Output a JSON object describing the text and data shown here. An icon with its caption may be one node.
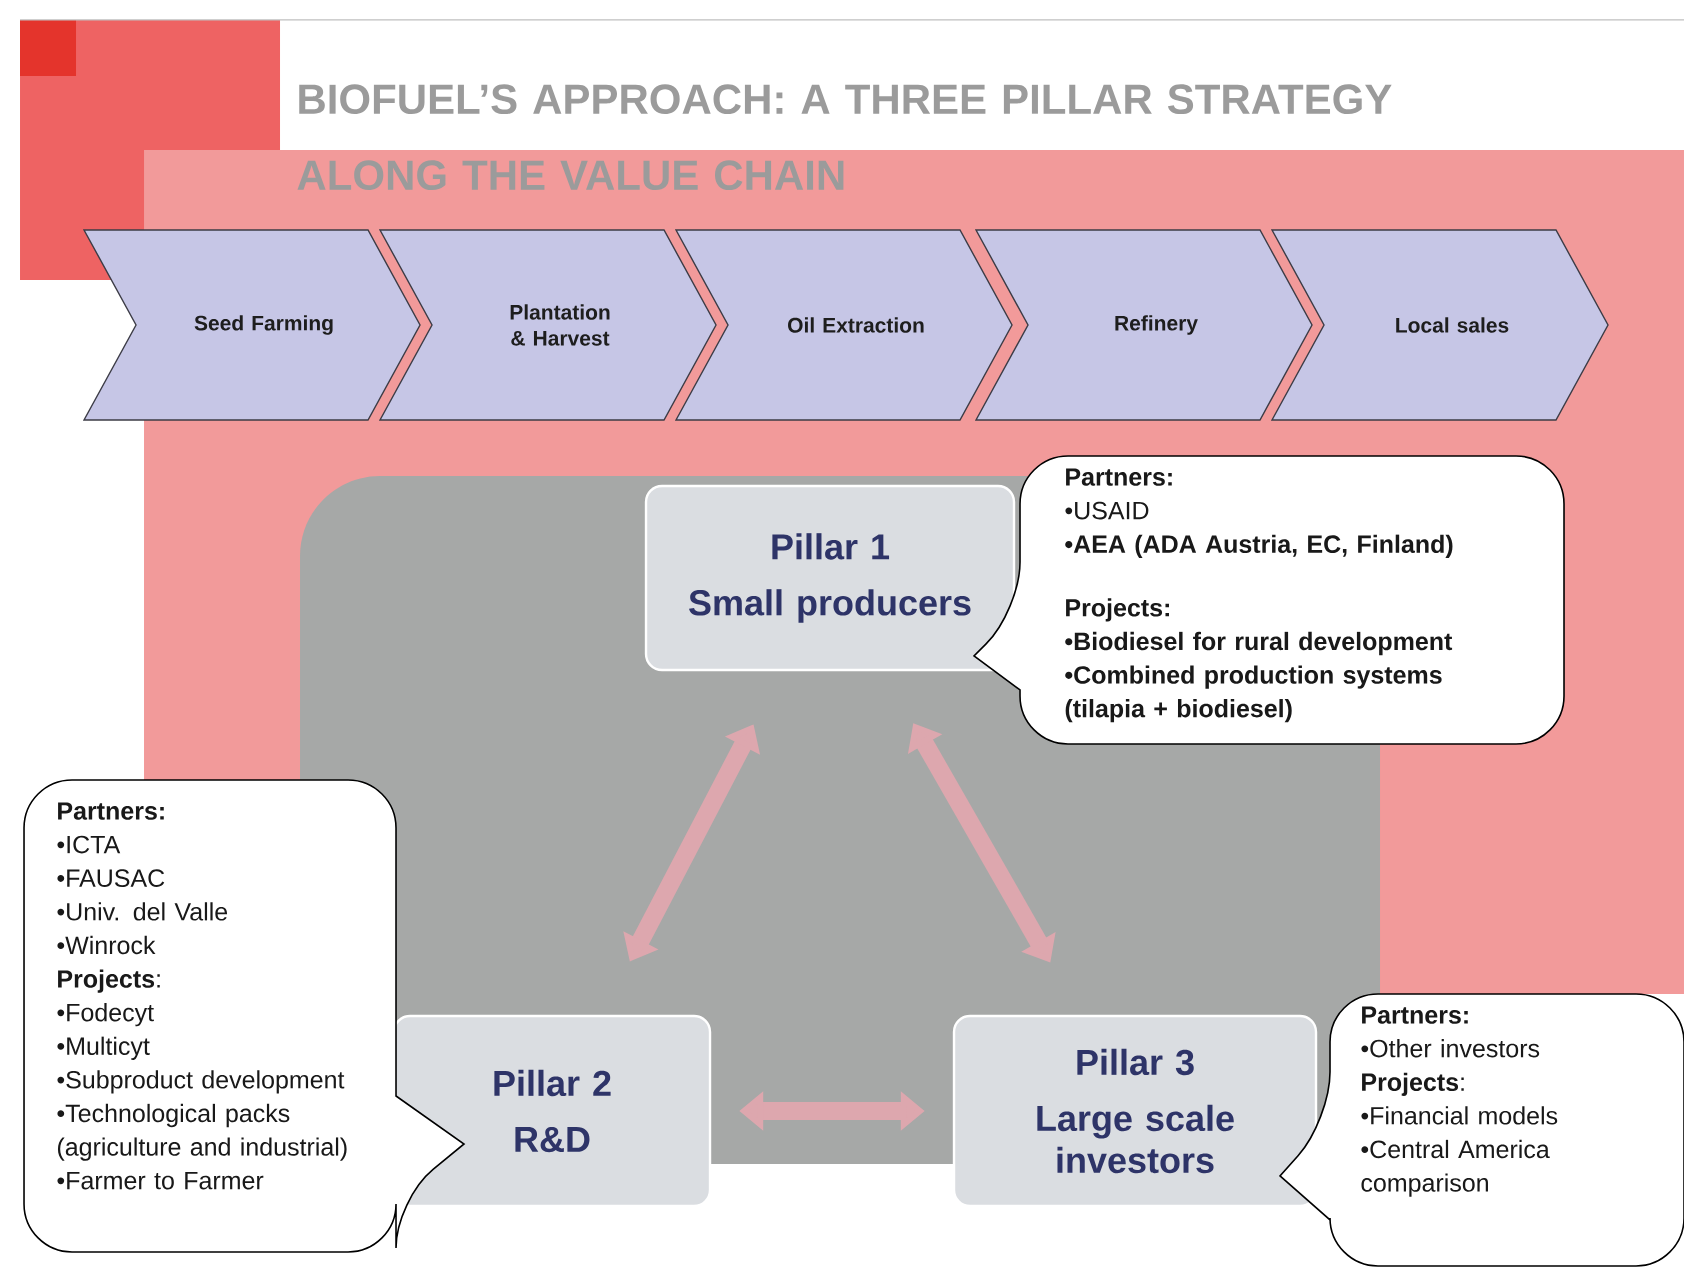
{
  "diagram": {
    "title": "BIOFUEL’S APPROACH: A THREE PILLAR STRATEGY ALONG THE VALUE CHAIN",
    "nodes": [
      {
        "text": [
          "Seed Farming"
        ]
      },
      {
        "text": [
          "Plantation & Harvest"
        ]
      },
      {
        "text": [
          "Oil Extraction"
        ]
      },
      {
        "text": [
          "Refinery"
        ]
      },
      {
        "text": [
          "Local sales"
        ]
      },
      {
        "text": [
          "Pillar 1",
          "Small producers"
        ]
      },
      {
        "text": [
          "Pillar 2",
          "R&D"
        ]
      },
      {
        "text": [
          "Pillar 3",
          "Large scale investors"
        ]
      },
      {
        "text": [
          "Partners:",
          "•USAID",
          "•AEA (ADA Austria, EC, Finland)",
          "Projects:",
          "•Biodiesel for rural development",
          "•Combined production systems (tilapia + biodiesel)"
        ]
      },
      {
        "text": [
          "Partners:",
          "•ICTA",
          "•FAUSAC",
          "•Univ. del Valle",
          "•Winrock",
          "**Projects**:",
          "•Fodecyt",
          "•Multicyt",
          "•Subproduct development",
          "•Technological packs (agriculture and industrial)",
          "•Farmer to Farmer"
        ]
      },
      {
        "text": [
          "Partners:",
          "•Other investors",
          "**Projects**:",
          "•Financial models",
          "•Central America comparison"
        ]
      }
    ],
    "edges": [
      {
        "from": 5,
        "to": 6,
        "arrow": "both"
      },
      {
        "from": 5,
        "to": 7,
        "arrow": "both"
      },
      {
        "from": 6,
        "to": 7,
        "arrow": "both"
      }
    ]
  }
}
